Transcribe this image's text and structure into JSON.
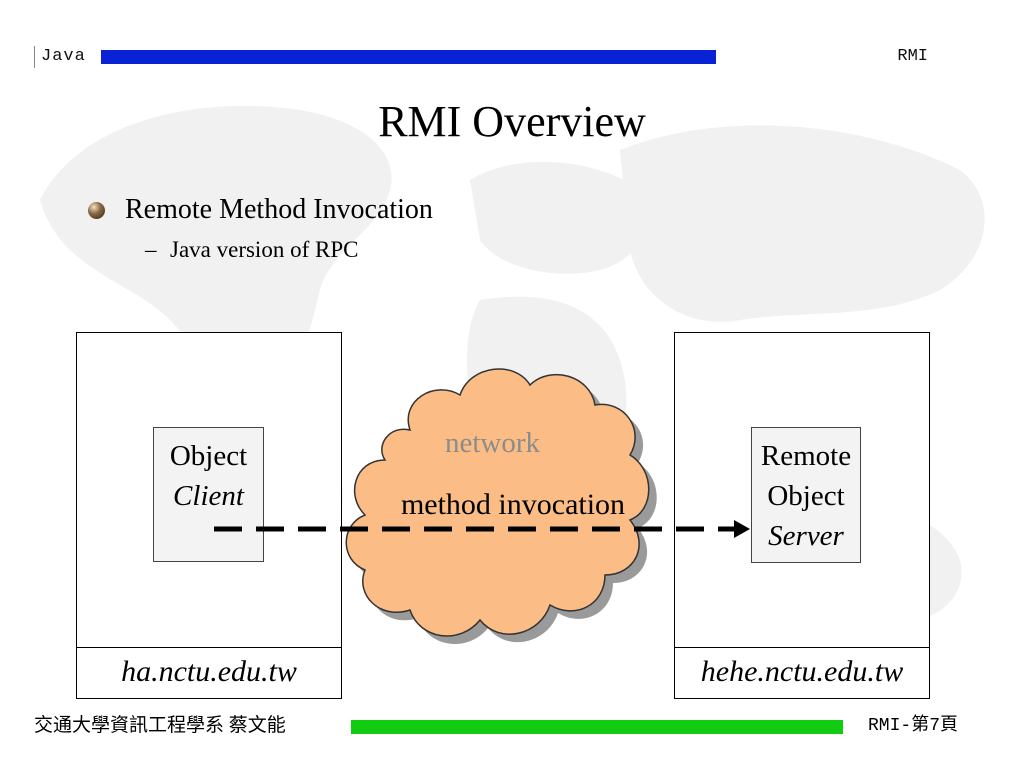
{
  "header": {
    "left": "Java",
    "right": "RMI",
    "bar_color": "#0a22d6"
  },
  "slide": {
    "title": "RMI Overview",
    "bullet": "Remote Method Invocation",
    "sub_bullet_marker": "–",
    "sub_bullet": "Java version of RPC"
  },
  "diagram": {
    "client_host": {
      "hostname": "ha.nctu.edu.tw",
      "object_line1": "Object",
      "object_line2": "Client"
    },
    "server_host": {
      "hostname": "hehe.nctu.edu.tw",
      "object_line1": "Remote",
      "object_line2": "Object",
      "object_line3": "Server"
    },
    "cloud": {
      "label": "network",
      "arrow_label": "method invocation",
      "fill_color": "#fbbd85"
    }
  },
  "footer": {
    "left": "交通大學資訊工程學系 蔡文能",
    "right": "RMI-第7頁",
    "bar_color": "#12cc12"
  }
}
